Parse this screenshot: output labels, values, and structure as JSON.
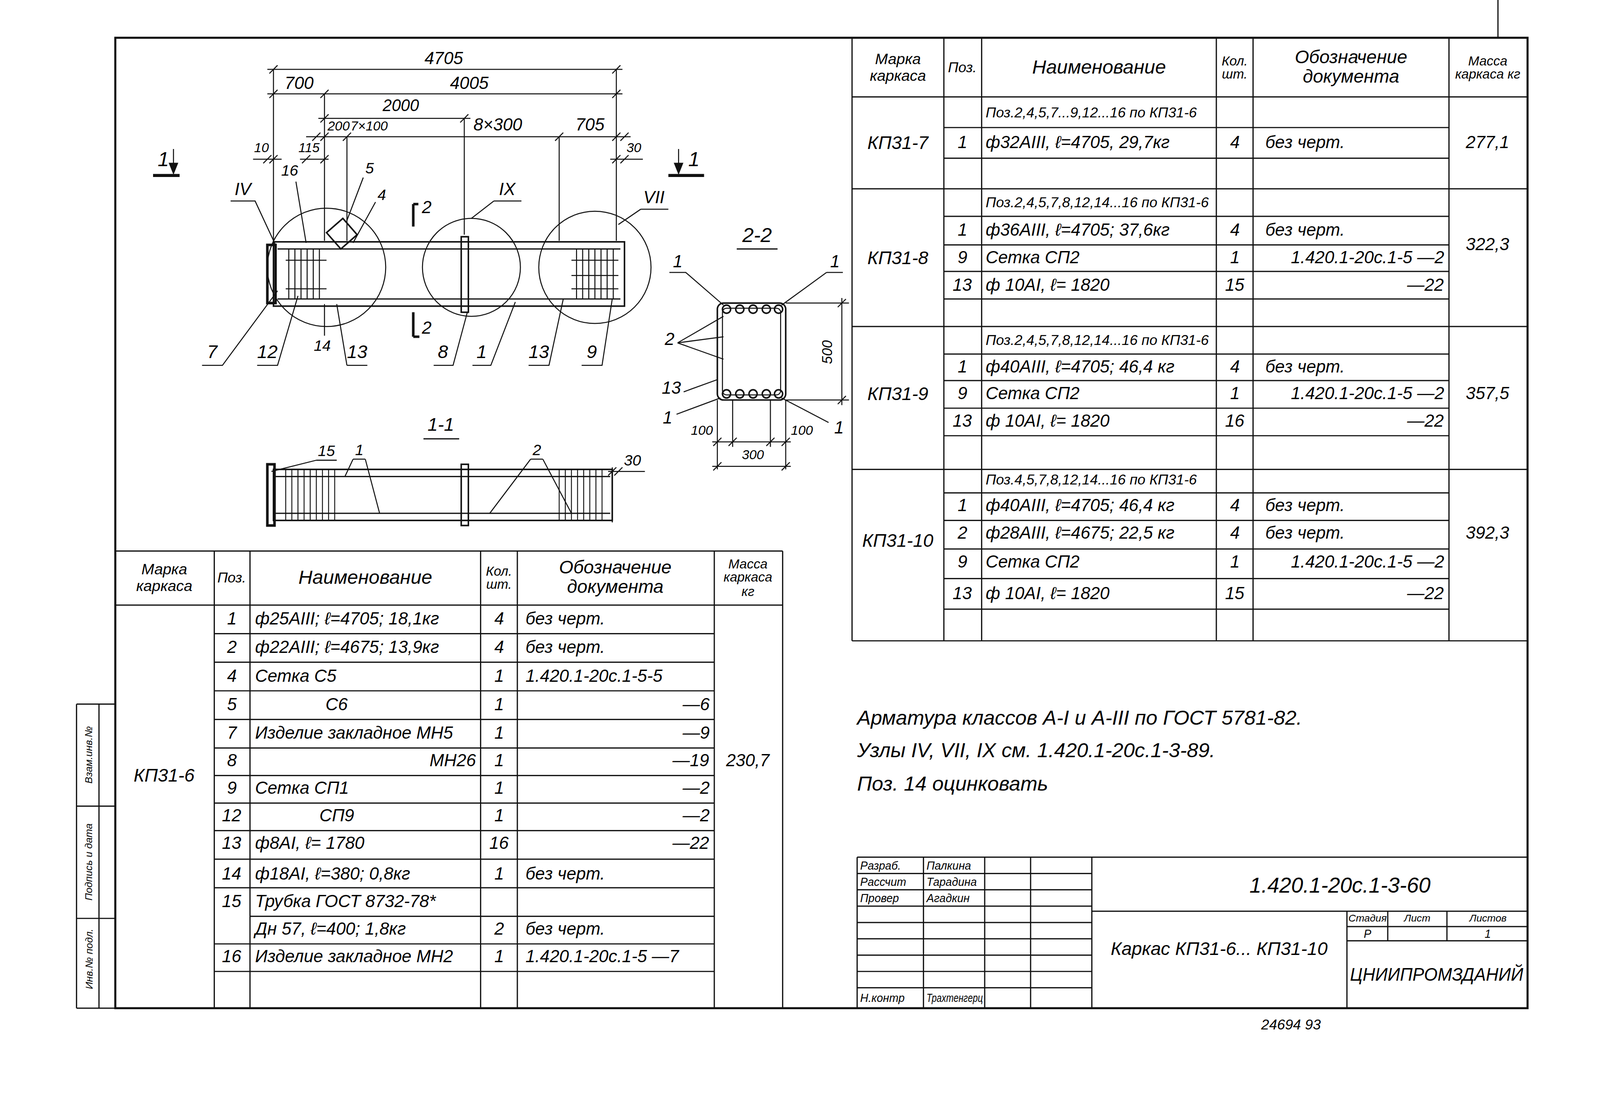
{
  "diagram": {
    "labels": [
      "4705",
      "700",
      "4005",
      "2000",
      "200",
      "7×100",
      "8×300",
      "705",
      "115",
      "10",
      "30",
      "1",
      "1",
      "IV",
      "IX",
      "VII",
      "16",
      "5",
      "4",
      "2",
      "2",
      "7",
      "12",
      "14",
      "13",
      "8",
      "1",
      "13",
      "9",
      "1-1",
      "15",
      "1",
      "2",
      "30",
      "2-2",
      "1",
      "1",
      "2",
      "13",
      "1",
      "1",
      "500",
      "100",
      "100",
      "300",
      "Марка каркаса",
      "Поз.",
      "Наименование",
      "Кол. шт.",
      "Обозначение документа",
      "Масса каркаса кг",
      "Поз.2,4,5,7...9,12...16 по КП31-6",
      "КП31-7",
      "1",
      "ф32АIII, ℓ=4705, 29,7кг",
      "4",
      "без черт.",
      "277,1",
      "Поз.2,4,5,7,8,12,14...16 по КП31-6",
      "КП31-8",
      "1",
      "ф36АIII, ℓ=4705; 37,6кг",
      "4",
      "без черт.",
      "9",
      "Сетка СП2",
      "1",
      "1.420.1-20с.1-5 —2",
      "13",
      "ф 10АI, ℓ= 1820",
      "15",
      "—22",
      "322,3",
      "Поз.2,4,5,7,8,12,14...16 по КП31-6",
      "КП31-9",
      "1",
      "ф40АIII, ℓ=4705; 46,4 кг",
      "4",
      "без черт.",
      "9",
      "Сетка СП2",
      "1",
      "1.420.1-20с.1-5 —2",
      "13",
      "ф 10АI, ℓ= 1820",
      "16",
      "—22",
      "357,5",
      "Поз.4,5,7,8,12,14...16 по КП31-6",
      "КП31-10",
      "1",
      "ф40АIII, ℓ=4705; 46,4 кг",
      "4",
      "без черт.",
      "2",
      "ф28АIII, ℓ=4675; 22,5 кг",
      "4",
      "без черт.",
      "9",
      "Сетка СП2",
      "1",
      "1.420.1-20с.1-5 —2",
      "13",
      "ф 10АI, ℓ= 1820",
      "15",
      "—22",
      "392,3",
      "Марка каркаса",
      "Поз.",
      "Наименование",
      "Кол. шт.",
      "Обозначение документа",
      "Масса каркаса кг",
      "КП31-6",
      "230,7",
      "1",
      "ф25АIII; ℓ=4705; 18,1кг",
      "4",
      "без черт.",
      "2",
      "ф22АIII; ℓ=4675; 13,9кг",
      "4",
      "без черт.",
      "4",
      "Сетка С5",
      "1",
      "1.420.1-20с.1-5-5",
      "5",
      "С6",
      "1",
      "—6",
      "7",
      "Изделие закладное МН5",
      "1",
      "—9",
      "8",
      "МН26",
      "1",
      "—19",
      "9",
      "Сетка СП1",
      "1",
      "—2",
      "12",
      "СП9",
      "1",
      "—2",
      "13",
      "ф8АI, ℓ= 1780",
      "16",
      "—22",
      "14",
      "ф18АI, ℓ=380; 0,8кг",
      "1",
      "без черт.",
      "15",
      "Трубка ГОСТ 8732-78*",
      "Дн 57, ℓ=400; 1,8кг",
      "2",
      "без черт.",
      "16",
      "Изделие закладное МН2",
      "1",
      "1.420.1-20с.1-5 —7",
      "Арматура классов А-I и А-III по ГОСТ 5781-82.",
      "Узлы IV, VII, IX см. 1.420.1-20с.1-3-89.",
      "Поз. 14 оцинковать",
      "Разраб.",
      "Палкина",
      "Рассчит",
      "Тарадина",
      "Провер",
      "Агадкин",
      "Н.контр",
      "Трахтенгерц",
      "1.420.1-20с.1-3-60",
      "Каркас КП31-6... КП31-10",
      "Стадия",
      "Лист",
      "Листов",
      "Р",
      "1",
      "ЦНИИПРОМЗДАНИЙ",
      "24694 93",
      "Инв.№ подл.",
      "Подпись и дата",
      "Взам.инв.№"
    ]
  }
}
